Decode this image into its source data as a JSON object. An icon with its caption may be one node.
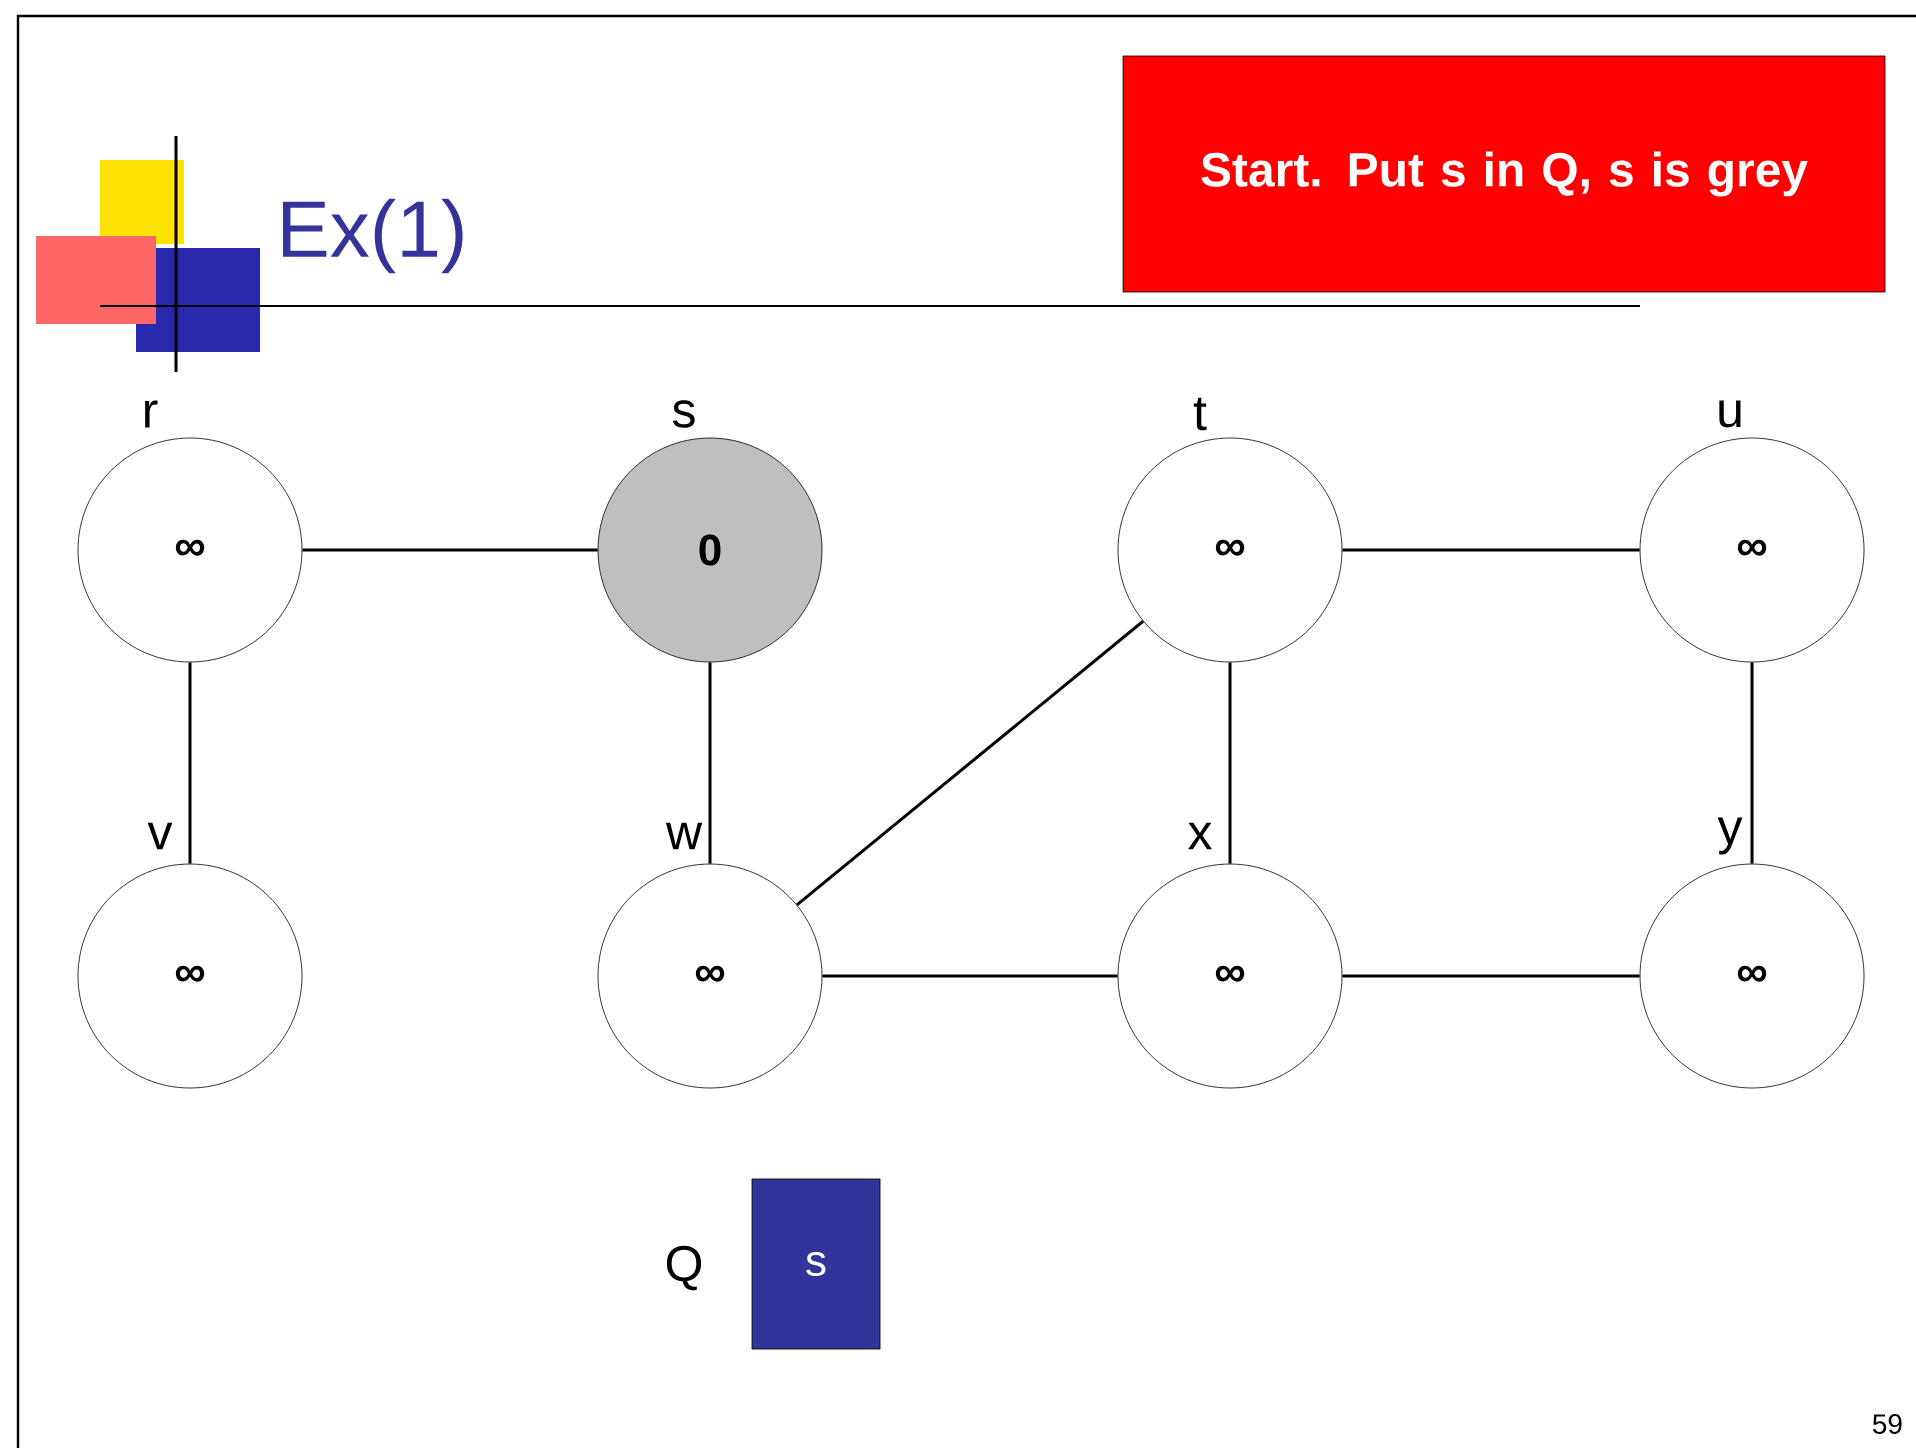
{
  "diagram": {
    "title": "Ex(1)",
    "nodes": [
      {
        "text": [
          "∞"
        ],
        "beside": [
          "r"
        ]
      },
      {
        "text": [
          "0"
        ],
        "beside": [
          "s"
        ]
      },
      {
        "text": [
          "∞"
        ],
        "beside": [
          "t"
        ]
      },
      {
        "text": [
          "∞"
        ],
        "beside": [
          "u"
        ]
      },
      {
        "text": [
          "∞"
        ],
        "beside": [
          "v"
        ]
      },
      {
        "text": [
          "∞"
        ],
        "beside": [
          "w"
        ]
      },
      {
        "text": [
          "∞"
        ],
        "beside": [
          "x"
        ]
      },
      {
        "text": [
          "∞"
        ],
        "beside": [
          "y"
        ]
      },
      {
        "text": [
          "Start. Put s in Q, s is grey"
        ]
      },
      {
        "text": [
          "s"
        ],
        "beside": [
          "Q"
        ]
      }
    ],
    "edges": [
      {
        "from": 0,
        "to": 1,
        "arrow": "none"
      },
      {
        "from": 0,
        "to": 4,
        "arrow": "none"
      },
      {
        "from": 1,
        "to": 5,
        "arrow": "none"
      },
      {
        "from": 2,
        "to": 3,
        "arrow": "none"
      },
      {
        "from": 2,
        "to": 5,
        "arrow": "none"
      },
      {
        "from": 2,
        "to": 6,
        "arrow": "none"
      },
      {
        "from": 3,
        "to": 7,
        "arrow": "none"
      },
      {
        "from": 5,
        "to": 6,
        "arrow": "none"
      },
      {
        "from": 6,
        "to": 7,
        "arrow": "none"
      }
    ],
    "labels": [
      "59"
    ]
  }
}
